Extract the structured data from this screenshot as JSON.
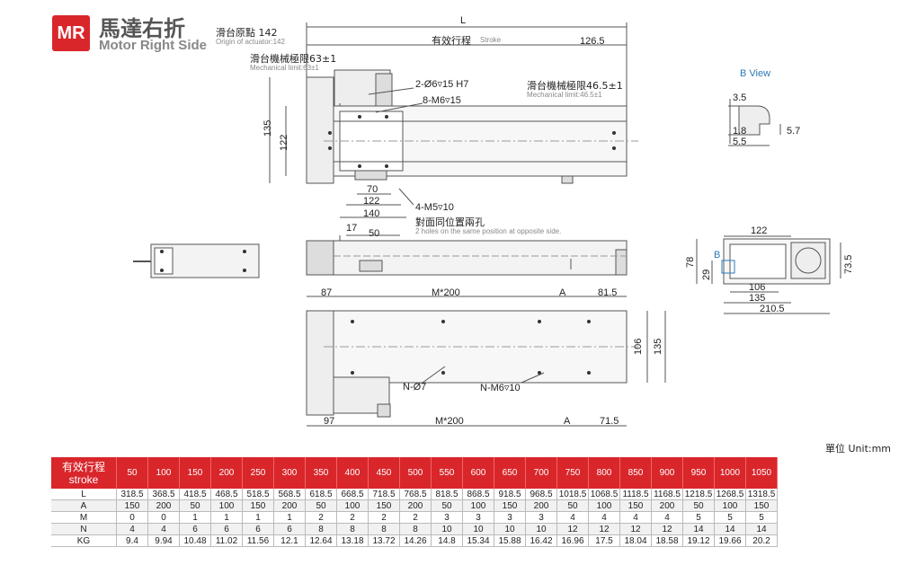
{
  "header": {
    "badge": "MR",
    "title_zh": "馬達右折",
    "title_en": "Motor Right Side"
  },
  "top_view": {
    "origin_zh": "滑台原點 142",
    "origin_en": "Origin of actuator:142",
    "mech_left_zh": "滑台機械極限63±1",
    "mech_left_en": "Mechanical limit:63±1",
    "mech_right_zh": "滑台機械極限46.5±1",
    "mech_right_en": "Mechanical limit:46.5±1",
    "L": "L",
    "stroke_zh": "有效行程",
    "stroke_en": "Stroke",
    "dim_126_5": "126.5",
    "hole_1": "2-Ø6▿15 H7",
    "hole_2": "8-M6▿15",
    "dim_135": "135",
    "dim_122": "122",
    "dim_70": "70",
    "dim_122b": "122",
    "dim_140": "140",
    "hole_3": "4-M5▿10",
    "hole_3_zh": "對面同位置兩孔",
    "hole_3_en": "2 holes on the same position at opposite side.",
    "dim_17": "17",
    "dim_50": "50"
  },
  "b_view": {
    "title": "B View",
    "d1": "3.5",
    "d2": "1.8",
    "d3": "5.5",
    "d4": "5.7"
  },
  "end_view": {
    "d122": "122",
    "d78": "78",
    "d29": "29",
    "d73_5": "73.5",
    "d106": "106",
    "d135": "135",
    "d210_5": "210.5",
    "b": "B"
  },
  "bottom_view": {
    "d87": "87",
    "m200a": "M*200",
    "a1": "A",
    "d81_5": "81.5",
    "d106": "106",
    "d135": "135",
    "n7": "N-Ø7",
    "nm6": "N-M6▿10",
    "d97": "97",
    "m200b": "M*200",
    "a2": "A",
    "d71_5": "71.5"
  },
  "table": {
    "unit": "單位 Unit:mm",
    "header_zh": "有效行程",
    "header_en": "stroke",
    "strokes": [
      "50",
      "100",
      "150",
      "200",
      "250",
      "300",
      "350",
      "400",
      "450",
      "500",
      "550",
      "600",
      "650",
      "700",
      "750",
      "800",
      "850",
      "900",
      "950",
      "1000",
      "1050"
    ],
    "rows": [
      {
        "label": "L",
        "values": [
          "318.5",
          "368.5",
          "418.5",
          "468.5",
          "518.5",
          "568.5",
          "618.5",
          "668.5",
          "718.5",
          "768.5",
          "818.5",
          "868.5",
          "918.5",
          "968.5",
          "1018.5",
          "1068.5",
          "1118.5",
          "1168.5",
          "1218.5",
          "1268.5",
          "1318.5"
        ]
      },
      {
        "label": "A",
        "values": [
          "150",
          "200",
          "50",
          "100",
          "150",
          "200",
          "50",
          "100",
          "150",
          "200",
          "50",
          "100",
          "150",
          "200",
          "50",
          "100",
          "150",
          "200",
          "50",
          "100",
          "150"
        ]
      },
      {
        "label": "M",
        "values": [
          "0",
          "0",
          "1",
          "1",
          "1",
          "1",
          "2",
          "2",
          "2",
          "2",
          "3",
          "3",
          "3",
          "3",
          "4",
          "4",
          "4",
          "4",
          "5",
          "5",
          "5"
        ]
      },
      {
        "label": "N",
        "values": [
          "4",
          "4",
          "6",
          "6",
          "6",
          "6",
          "8",
          "8",
          "8",
          "8",
          "10",
          "10",
          "10",
          "10",
          "12",
          "12",
          "12",
          "12",
          "14",
          "14",
          "14"
        ]
      },
      {
        "label": "KG",
        "values": [
          "9.4",
          "9.94",
          "10.48",
          "11.02",
          "11.56",
          "12.1",
          "12.64",
          "13.18",
          "13.72",
          "14.26",
          "14.8",
          "15.34",
          "15.88",
          "16.42",
          "16.96",
          "17.5",
          "18.04",
          "18.58",
          "19.12",
          "19.66",
          "20.2"
        ]
      }
    ]
  }
}
